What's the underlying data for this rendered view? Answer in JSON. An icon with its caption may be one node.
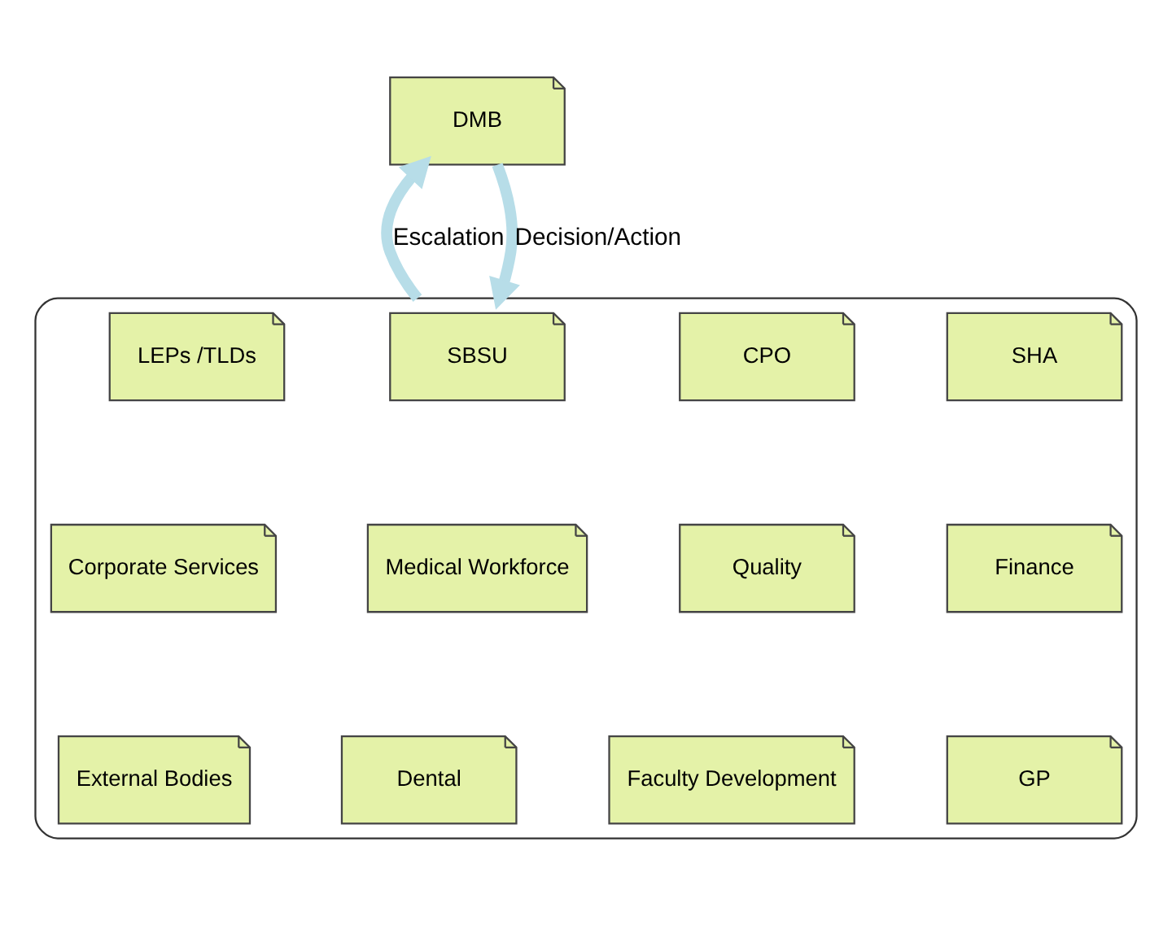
{
  "diagram": {
    "nodes": [
      {
        "text": [
          "DMB"
        ]
      },
      {
        "text": [],
        "shape": "box"
      },
      {
        "text": [
          "LEPs /TLDs"
        ],
        "in": 1
      },
      {
        "text": [
          "SBSU"
        ],
        "in": 1
      },
      {
        "text": [
          "CPO"
        ],
        "in": 1
      },
      {
        "text": [
          "SHA"
        ],
        "in": 1
      },
      {
        "text": [
          "Corporate Services"
        ],
        "in": 1
      },
      {
        "text": [
          "Medical Workforce"
        ],
        "in": 1
      },
      {
        "text": [
          "Quality"
        ],
        "in": 1
      },
      {
        "text": [
          "Finance"
        ],
        "in": 1
      },
      {
        "text": [
          "External Bodies"
        ],
        "in": 1
      },
      {
        "text": [
          "Dental"
        ],
        "in": 1
      },
      {
        "text": [
          "Faculty Development"
        ],
        "in": 1
      },
      {
        "text": [
          "GP"
        ],
        "in": 1
      }
    ],
    "edges": [
      {
        "from": 1,
        "to": 0,
        "label": "Escalation",
        "arrow": "to"
      },
      {
        "from": 0,
        "to": 1,
        "label": "Decision/Action",
        "arrow": "to"
      }
    ]
  }
}
